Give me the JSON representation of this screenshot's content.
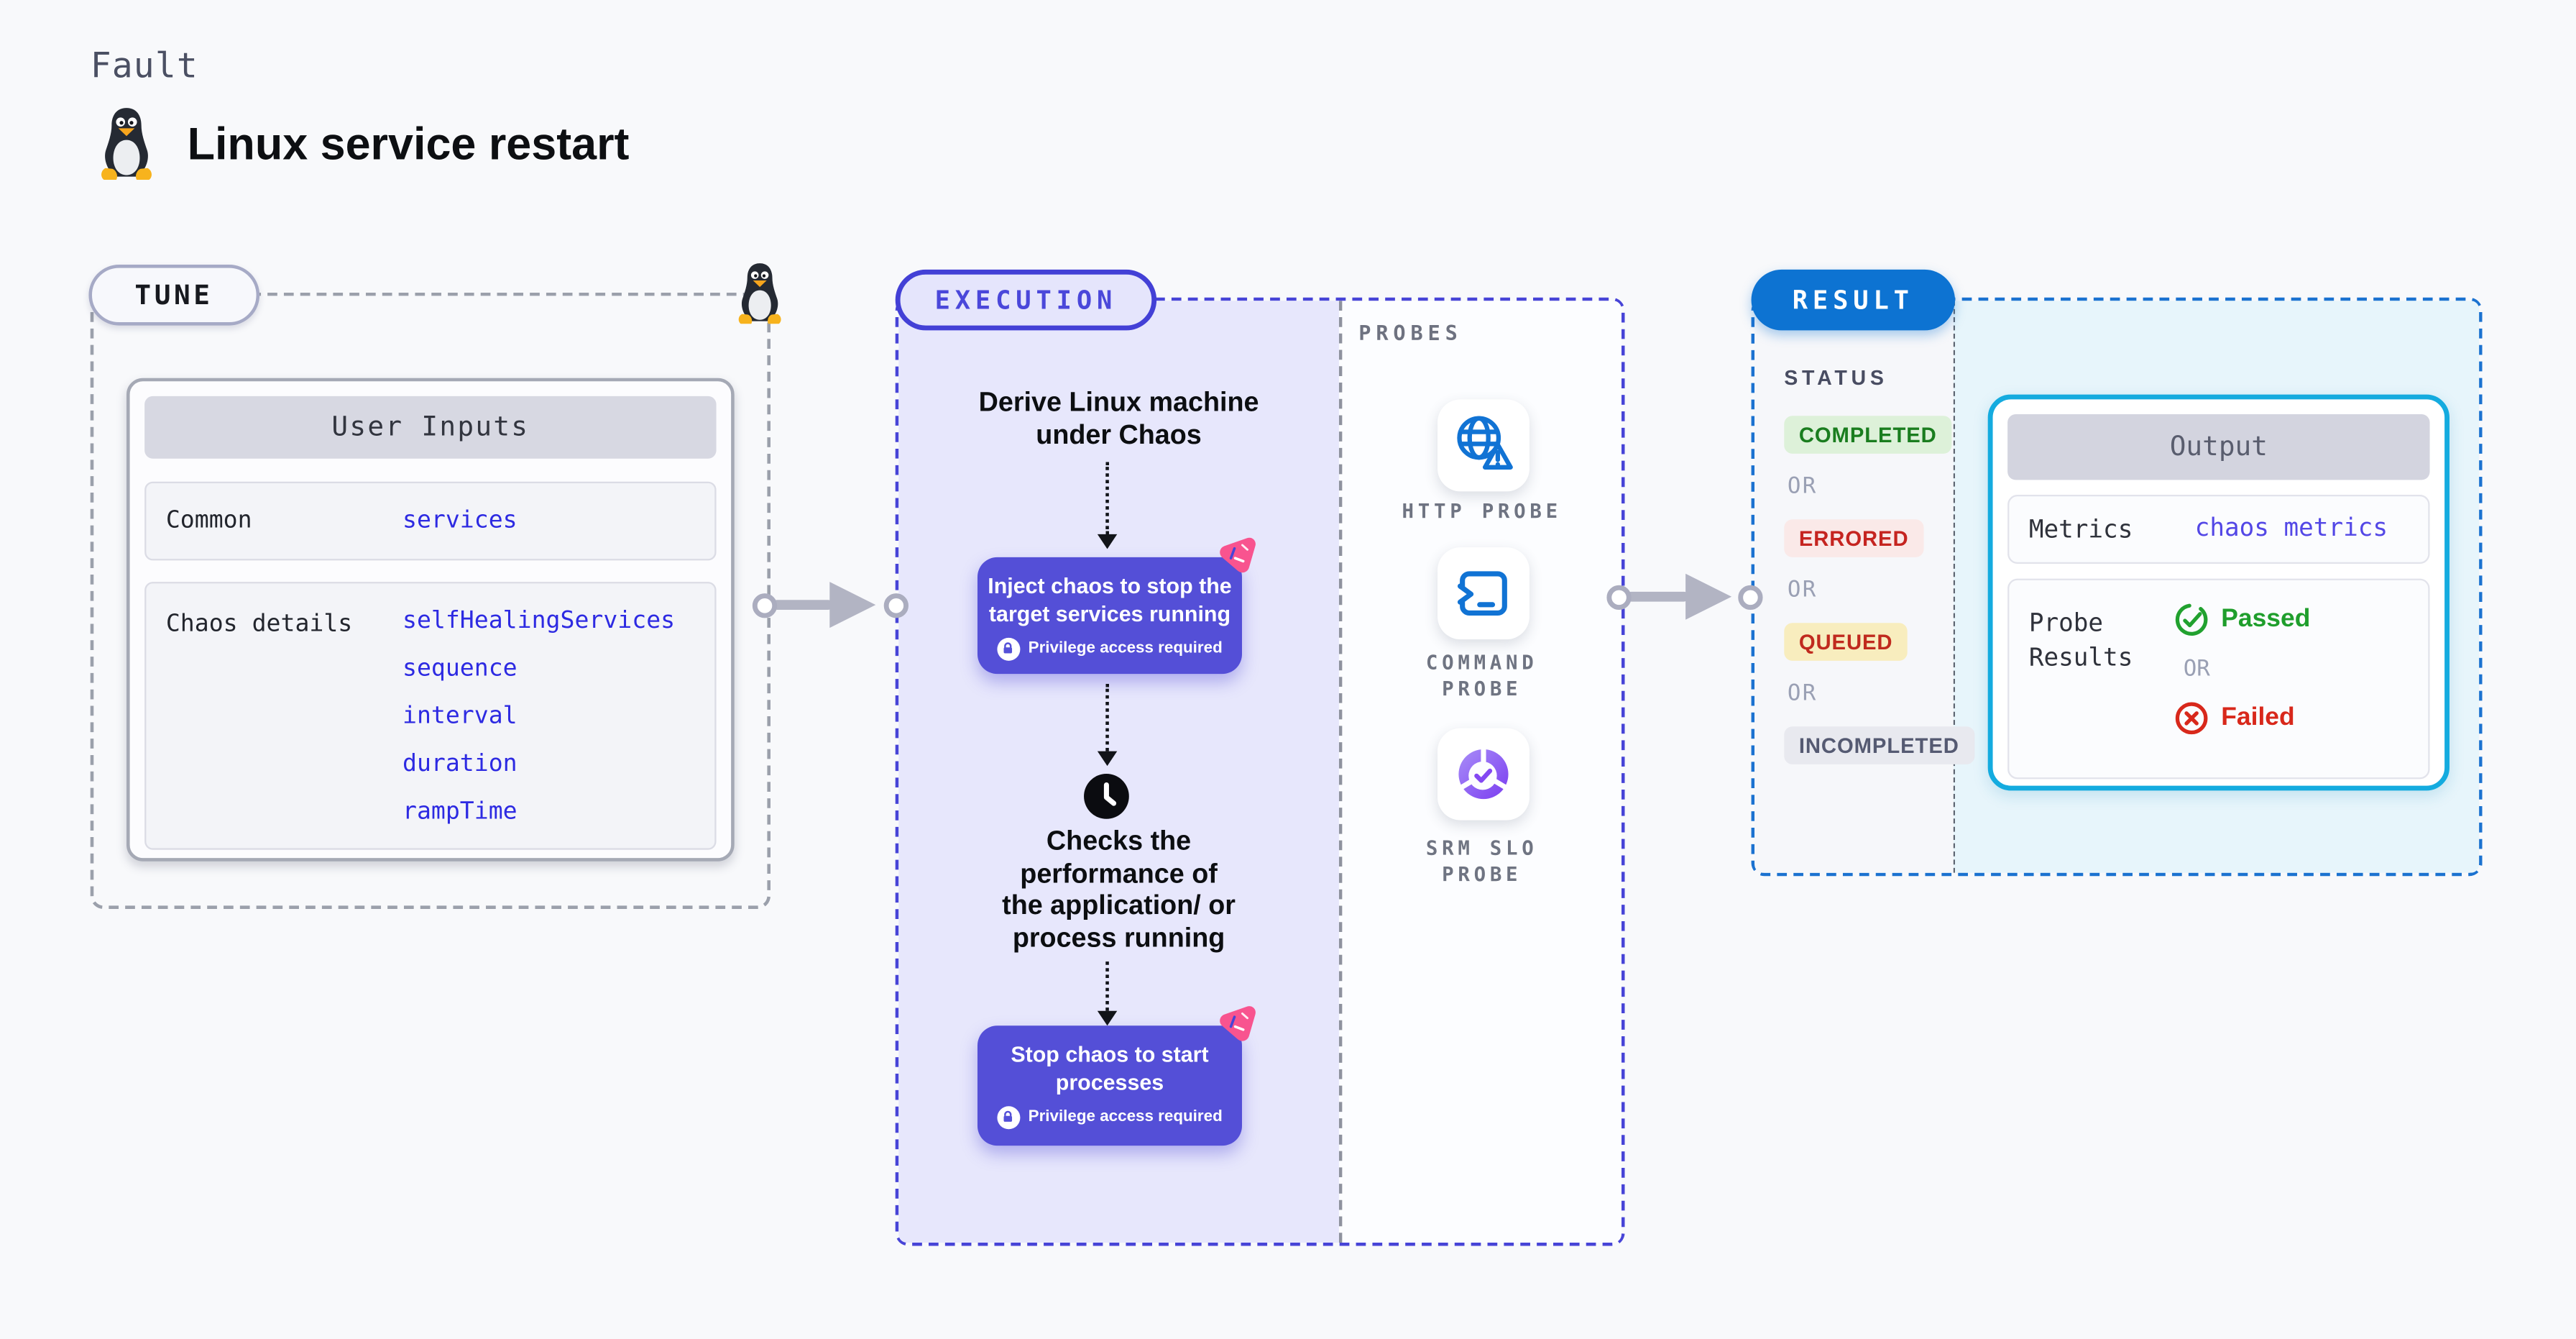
{
  "header": {
    "kicker": "Fault",
    "title": "Linux service restart",
    "icon": "linux-penguin-icon"
  },
  "tune": {
    "badge": "TUNE",
    "card_title": "User Inputs",
    "rows": [
      {
        "label": "Common",
        "values": [
          "services"
        ]
      },
      {
        "label": "Chaos details",
        "values": [
          "selfHealingServices",
          "sequence",
          "interval",
          "duration",
          "rampTime"
        ]
      }
    ]
  },
  "execution": {
    "badge": "EXECUTION",
    "step1_lines": [
      "Derive Linux machine",
      "under Chaos"
    ],
    "inject_card": {
      "lines": [
        "Inject chaos to stop the",
        "target services running"
      ],
      "note": "Privilege access required"
    },
    "check_lines": [
      "Checks the",
      "performance of",
      "the application/ or",
      "process running"
    ],
    "stop_card": {
      "lines": [
        "Stop chaos to start",
        "processes"
      ],
      "note": "Privilege access required"
    }
  },
  "probes": {
    "label": "PROBES",
    "items": [
      {
        "icon": "http-probe-icon",
        "lines": [
          "HTTP PROBE",
          ""
        ]
      },
      {
        "icon": "command-probe-icon",
        "lines": [
          "COMMAND",
          "PROBE"
        ]
      },
      {
        "icon": "srm-slo-probe-icon",
        "lines": [
          "SRM SLO",
          "PROBE"
        ]
      }
    ]
  },
  "result": {
    "badge": "RESULT",
    "status_label": "STATUS",
    "or_label": "OR",
    "statuses": [
      {
        "label": "COMPLETED",
        "type": "completed",
        "text_color": "#1a7d1f",
        "bg_color": "#ddf1d9"
      },
      {
        "label": "ERRORED",
        "type": "errored",
        "text_color": "#c52420",
        "bg_color": "#fae9e8"
      },
      {
        "label": "QUEUED",
        "type": "queued",
        "text_color": "#c02a1e",
        "bg_color": "#f8edbe"
      },
      {
        "label": "INCOMPLETED",
        "type": "incompleted",
        "text_color": "#555a72",
        "bg_color": "#e8e9ef"
      }
    ],
    "output": {
      "title": "Output",
      "metrics_label": "Metrics",
      "metrics_value": "chaos metrics",
      "probe_results_lines": [
        "Probe",
        "Results"
      ],
      "passed_label": "Passed",
      "or_label": "OR",
      "failed_label": "Failed"
    }
  },
  "colors": {
    "page_bg": "#f8f9fb",
    "execution_accent": "#4744d7",
    "execution_fill": "#e7e7fc",
    "action_card": "#544fd7",
    "chaos_pink": "#f8548f",
    "probe_icon_blue": "#1173d4",
    "result_accent": "#0d73d2",
    "output_border": "#14abdf",
    "output_fill": "#e7f5fb",
    "value_blue": "#2d2ae2",
    "passed_green": "#1f9e2c",
    "failed_red": "#d8281b"
  }
}
